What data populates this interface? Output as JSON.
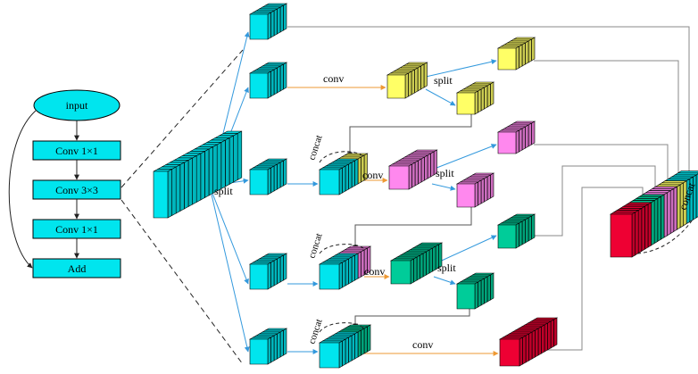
{
  "flowchart": {
    "input": "input",
    "conv1_top": "Conv 1×1",
    "conv3": "Conv 3×3",
    "conv1_bottom": "Conv 1×1",
    "add": "Add"
  },
  "labels": {
    "split_main": "split",
    "conv_row1": "conv",
    "split_row1": "split",
    "concat_row2": "concat",
    "conv_row2": "conv",
    "split_row2": "split",
    "concat_row3": "concat",
    "conv_row3": "conv",
    "split_row3": "split",
    "concat_row4": "concat",
    "conv_row4": "conv",
    "concat_final": "concat"
  },
  "colors": {
    "cyan": "#00e5ee",
    "yellow": "#ffff66",
    "pink": "#ff88ee",
    "green": "#00cc99",
    "red": "#ee0033",
    "arrow_blue": "#3399dd",
    "arrow_orange": "#ee9933",
    "line_gray": "#888888"
  }
}
